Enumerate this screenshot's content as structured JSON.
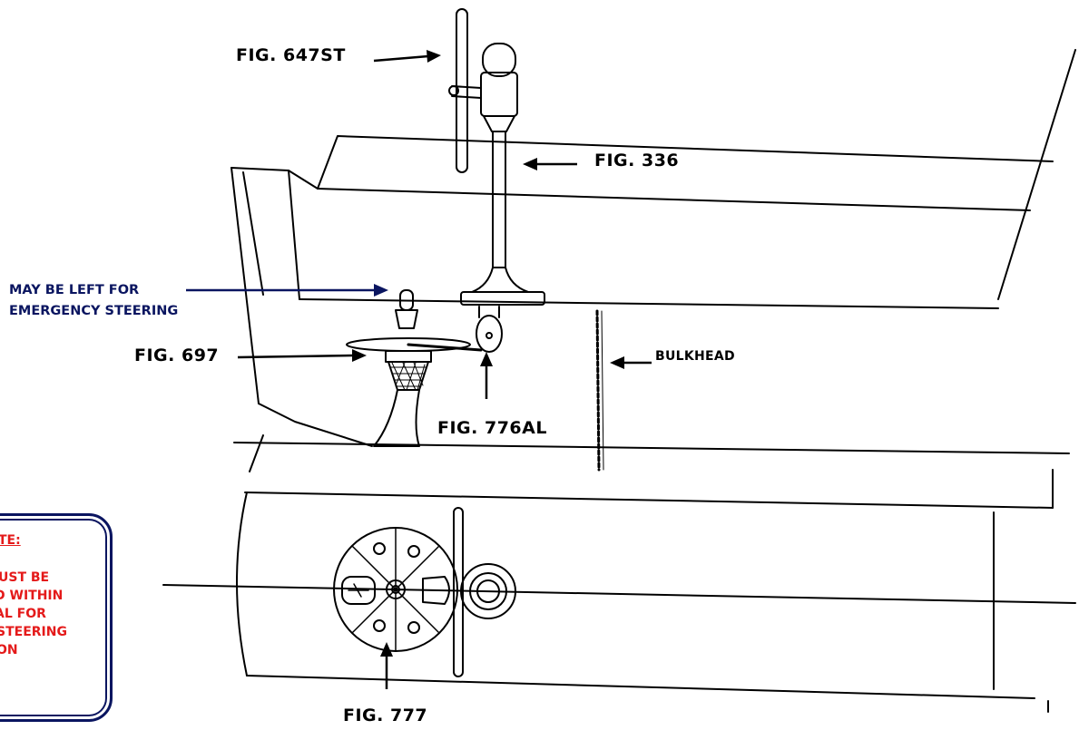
{
  "labels": {
    "fig_647st": "FIG. 647ST",
    "fig_336": "FIG. 336",
    "may_be_left_1": "MAY BE LEFT FOR",
    "may_be_left_2": "EMERGENCY STEERING",
    "fig_697": "FIG. 697",
    "bulkhead": "BULKHEAD",
    "fig_776al": "FIG. 776AL",
    "fig_777": "FIG. 777"
  },
  "note": {
    "title": "TE:",
    "lines": [
      "UST BE",
      "D WITHIN",
      "AL FOR",
      "STEERING",
      "ON"
    ]
  },
  "colors": {
    "ink": "#000000",
    "navy": "#0a1560",
    "note_text": "#e41a1a"
  }
}
